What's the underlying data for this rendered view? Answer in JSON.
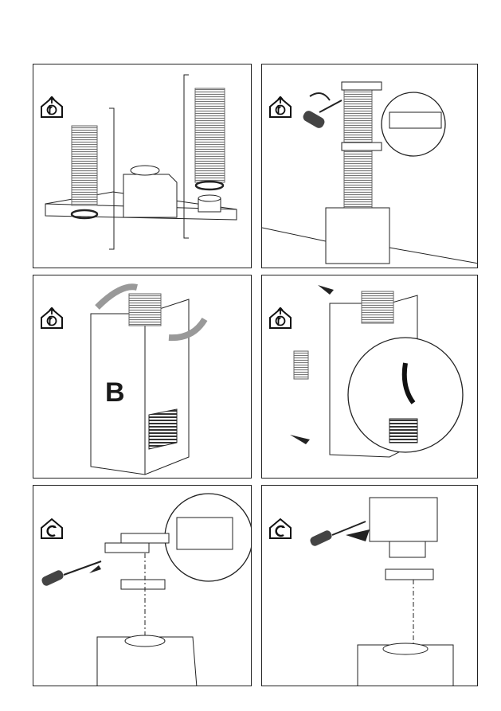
{
  "panels": [
    {
      "id": 1,
      "icon": "b-outlet-icon"
    },
    {
      "id": 2,
      "icon": "b-outlet-icon"
    },
    {
      "id": 3,
      "icon": "b-outlet-icon",
      "letter": "B"
    },
    {
      "id": 4,
      "icon": "b-outlet-icon"
    },
    {
      "id": 5,
      "icon": "c-recirculation-icon"
    },
    {
      "id": 6,
      "icon": "c-recirculation-icon"
    }
  ]
}
